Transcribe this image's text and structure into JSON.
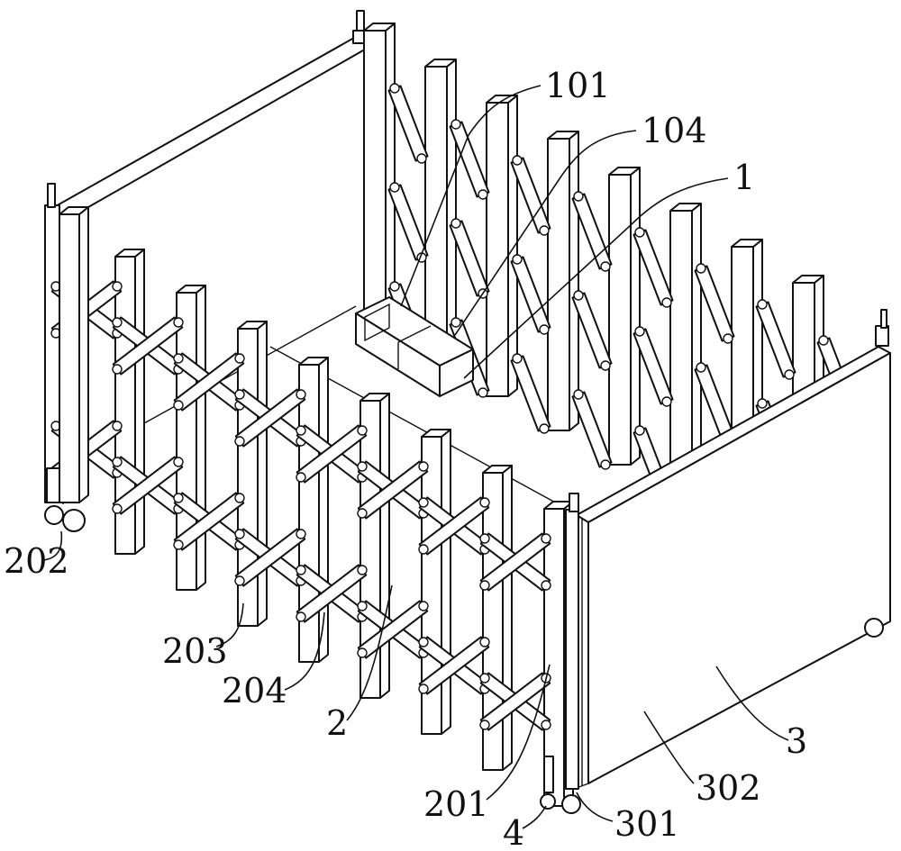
{
  "labels": {
    "l101": "101",
    "l104": "104",
    "l1": "1",
    "l202": "202",
    "l203": "203",
    "l204": "204",
    "l2": "2",
    "l201": "201",
    "l4": "4",
    "l301": "301",
    "l302": "302",
    "l3": "3"
  },
  "colors": {
    "line": "#111111",
    "background": "#ffffff"
  }
}
